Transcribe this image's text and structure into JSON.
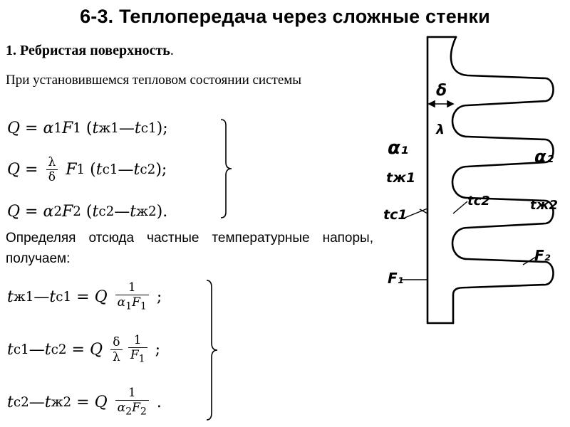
{
  "title": "6-3. Теплопередача через сложные стенки",
  "section": {
    "heading": "1. Ребристая поверхность",
    "heading_dot": "."
  },
  "intro_text": "При установившемся тепловом состоянии системы",
  "system_equations": [
    "Q = α₁F₁ (tж1 — tс1);",
    "Q = (λ/δ) F₁ (tс1 — tс2);",
    "Q = α₂F₂ (tс2 — tж2)."
  ],
  "mid_text": "Определяя отсюда частные температурные напоры, получаем:",
  "result_equations": [
    "tж1 — tс1 = Q · 1/(α₁F₁);",
    "tс1 — tс2 = Q · (δ/λ) · 1/F₁;",
    "tс2 — tж2 = Q · 1/(α₂F₂)."
  ],
  "diagram": {
    "labels": {
      "delta": "δ",
      "lambda": "λ",
      "alpha1": "α₁",
      "alpha2": "α₂",
      "t_zh1": "tж1",
      "t_s1": "tс1",
      "t_s2": "tс2",
      "t_zh2": "tж2",
      "F1": "F₁",
      "F2": "F₂"
    }
  }
}
